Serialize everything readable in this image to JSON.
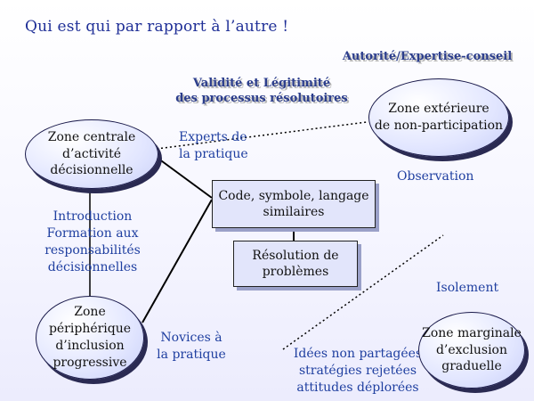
{
  "title": "Qui est qui par rapport à l’autre !",
  "labels": {
    "autorite": "Autorité/Expertise-conseil",
    "validite_line1": "Validité et Légitimité",
    "validite_line2": "des processus résolutoires",
    "experts_line1": "Experts de",
    "experts_line2": "la pratique",
    "observation": "Observation",
    "introduction_line1": "Introduction",
    "introduction_line2": "Formation aux",
    "introduction_line3": "responsabilités",
    "introduction_line4": "décisionnelles",
    "isolement": "Isolement",
    "novices_line1": "Novices à",
    "novices_line2": "la pratique",
    "idees_line1": "Idées non partagées",
    "idees_line2": "stratégies rejetées",
    "idees_line3": "attitudes déplorées"
  },
  "zones": {
    "centrale": [
      "Zone centrale",
      "d’activité",
      "décisionnelle"
    ],
    "exterieure": [
      "Zone extérieure",
      "de non-participation"
    ],
    "peripherique": [
      "Zone",
      "périphérique",
      "d’inclusion",
      "progressive"
    ],
    "marginale": [
      "Zone marginale",
      "d’exclusion",
      "graduelle"
    ]
  },
  "boxes": {
    "code": [
      "Code, symbole, langage",
      "similaires"
    ],
    "resolution": [
      "Résolution de",
      "problèmes"
    ]
  },
  "colors": {
    "title": "#1f2f97",
    "label_blue": "#1f3fa0",
    "ellipse_fill": "#e2e6ff",
    "box_fill": "#e2e5fb"
  }
}
